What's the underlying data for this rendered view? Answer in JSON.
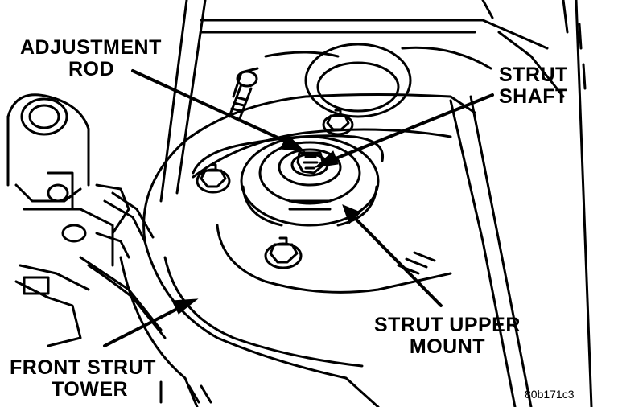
{
  "labels": {
    "adjustment_rod": [
      "ADJUSTMENT",
      "ROD"
    ],
    "strut_shaft": [
      "STRUT",
      "SHAFT"
    ],
    "strut_upper_mount": [
      "STRUT UPPER",
      "MOUNT"
    ],
    "front_strut_tower": [
      "FRONT STRUT",
      "TOWER"
    ]
  },
  "figure_code": "80b171c3"
}
